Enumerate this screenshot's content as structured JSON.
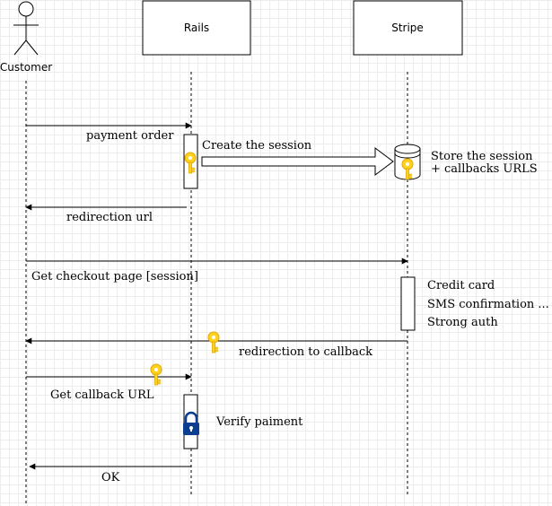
{
  "participants": {
    "customer": "Customer",
    "rails": "Rails",
    "stripe": "Stripe"
  },
  "messages": {
    "payment_order": "payment order",
    "create_session": "Create the session",
    "store_session_line1": "Store the session",
    "store_session_line2": "+ callbacks URLS",
    "redirection_url": "redirection url",
    "get_checkout_page": "Get checkout page [session]",
    "credit_card": "Credit card",
    "sms_confirmation": "SMS confirmation ...",
    "strong_auth": "Strong auth",
    "redirection_callback": "redirection to callback",
    "get_callback_url": "Get callback URL",
    "verify_payment": "Verify paiment",
    "ok": "OK"
  },
  "colors": {
    "key_fill": "#FFD21F",
    "key_stroke": "#E0A800",
    "lock_fill": "#0B3D91"
  },
  "icons": {
    "key": "key-icon",
    "lock": "padlock-icon",
    "database": "database-icon",
    "actor": "actor-icon"
  }
}
